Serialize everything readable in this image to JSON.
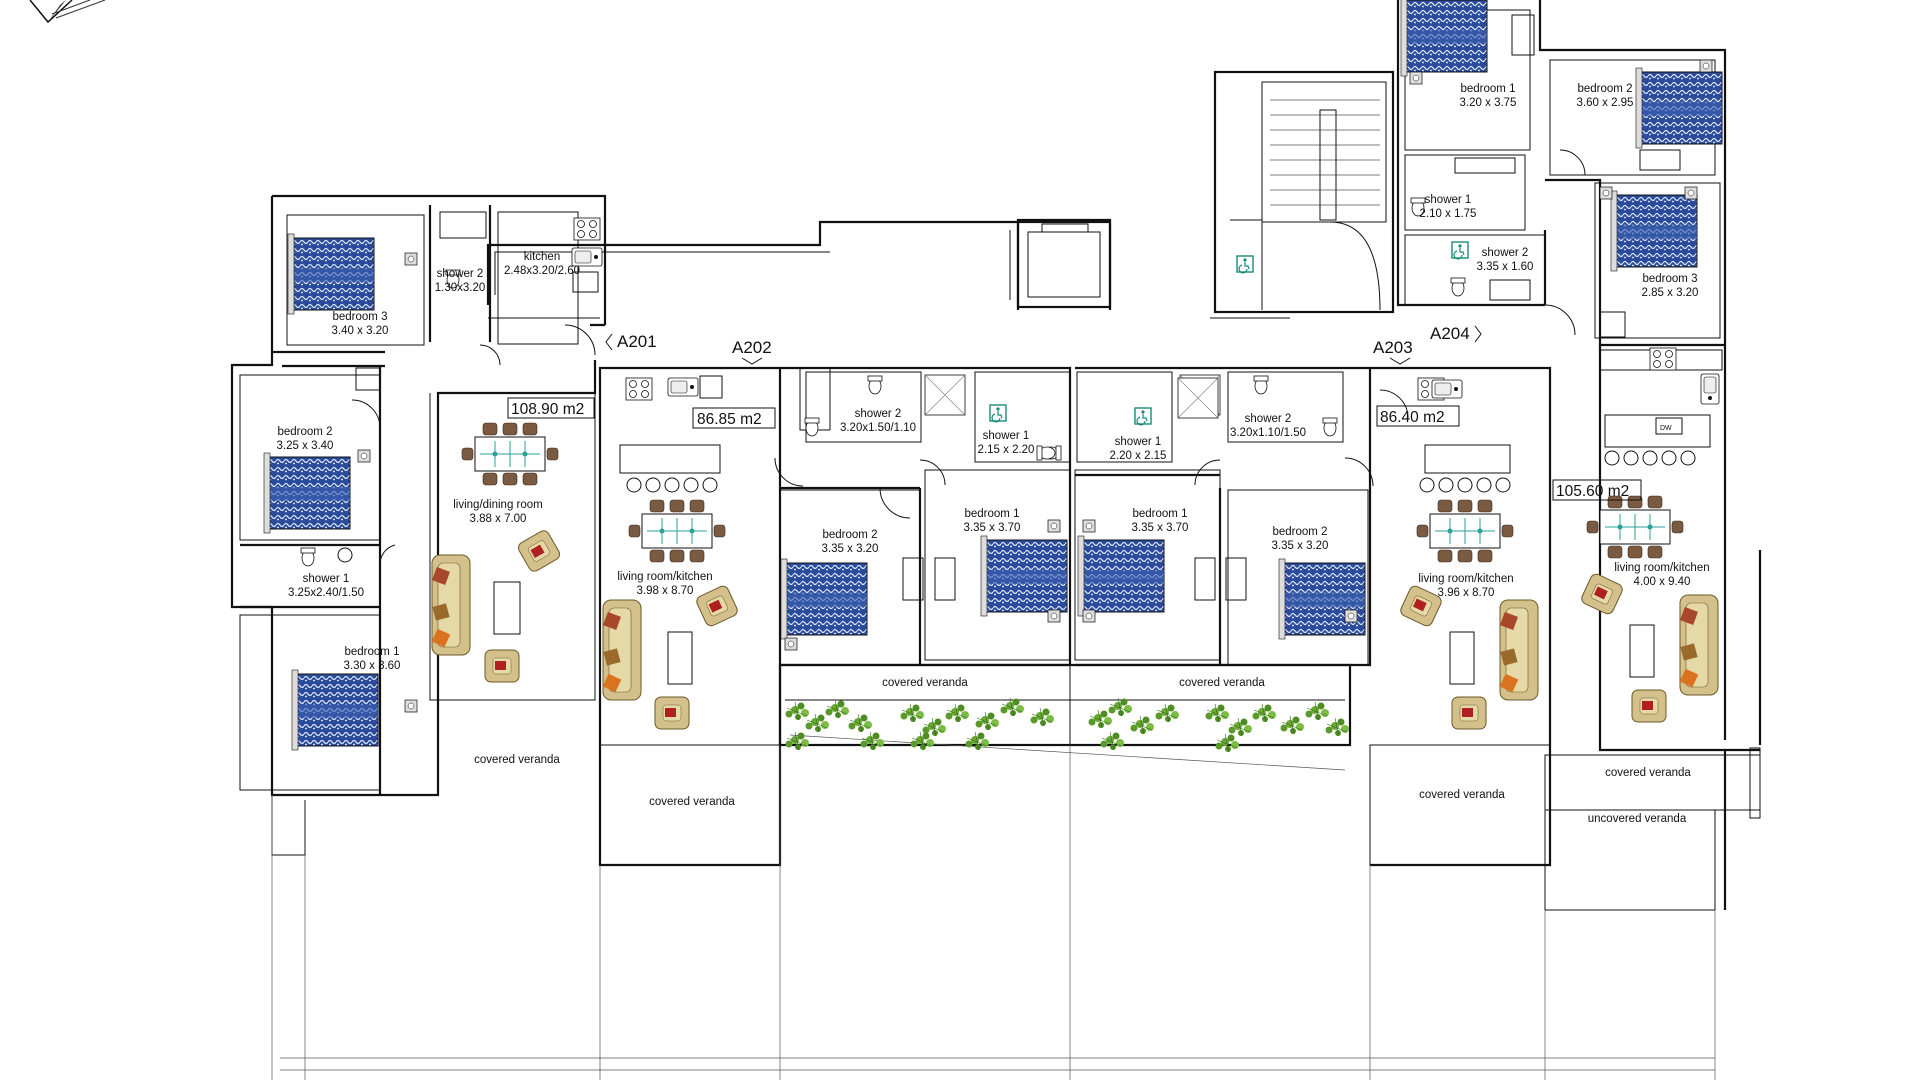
{
  "units": [
    {
      "id": "A201",
      "area": "108.90 m2"
    },
    {
      "id": "A202",
      "area": "86.85 m2"
    },
    {
      "id": "A203",
      "area": "86.40 m2"
    },
    {
      "id": "A204",
      "area": "105.60 m2"
    }
  ],
  "rooms": [
    {
      "name": "bedroom 3",
      "size": "3.40 x 3.20"
    },
    {
      "name": "shower 2",
      "size": "1.30x3.20"
    },
    {
      "name": "kitchen",
      "size": "2.48x3.20/2.60"
    },
    {
      "name": "bedroom 2",
      "size": "3.25 x 3.40"
    },
    {
      "name": "living/dining room",
      "size": "3.88 x 7.00"
    },
    {
      "name": "shower 1",
      "size": "3.25x2.40/1.50"
    },
    {
      "name": "bedroom 1",
      "size": "3.30 x 3.60"
    },
    {
      "name": "covered veranda",
      "size": ""
    },
    {
      "name": "living room/kitchen",
      "size": "3.98 x 8.70"
    },
    {
      "name": "covered veranda",
      "size": ""
    },
    {
      "name": "shower 2",
      "size": "3.20x1.50/1.10"
    },
    {
      "name": "shower 1",
      "size": "2.15 x 2.20"
    },
    {
      "name": "bedroom 2",
      "size": "3.35 x 3.20"
    },
    {
      "name": "bedroom 1",
      "size": "3.35 x 3.70"
    },
    {
      "name": "covered veranda",
      "size": ""
    },
    {
      "name": "shower 1",
      "size": "2.20 x 2.15"
    },
    {
      "name": "bedroom 1",
      "size": "3.35 x 3.70"
    },
    {
      "name": "shower 2",
      "size": "3.20x1.10/1.50"
    },
    {
      "name": "bedroom 2",
      "size": "3.35 x 3.20"
    },
    {
      "name": "covered veranda",
      "size": ""
    },
    {
      "name": "living room/kitchen",
      "size": "3.96 x 8.70"
    },
    {
      "name": "covered veranda",
      "size": ""
    },
    {
      "name": "bedroom 1",
      "size": "3.20 x 3.75"
    },
    {
      "name": "bedroom 2",
      "size": "3.60 x 2.95"
    },
    {
      "name": "shower 1",
      "size": "2.10 x 1.75"
    },
    {
      "name": "shower 2",
      "size": "3.35 x 1.60"
    },
    {
      "name": "bedroom 3",
      "size": "2.85 x 3.20"
    },
    {
      "name": "living room/kitchen",
      "size": "4.00 x 9.40"
    },
    {
      "name": "covered veranda",
      "size": ""
    },
    {
      "name": "uncovered veranda",
      "size": ""
    }
  ],
  "appliance_label": "DW",
  "colors": {
    "line": "#111111",
    "bed": "#1f3f8f",
    "plant": "#5a9a2a",
    "sofa": "#c8b47a",
    "access": "#1a8a78"
  }
}
